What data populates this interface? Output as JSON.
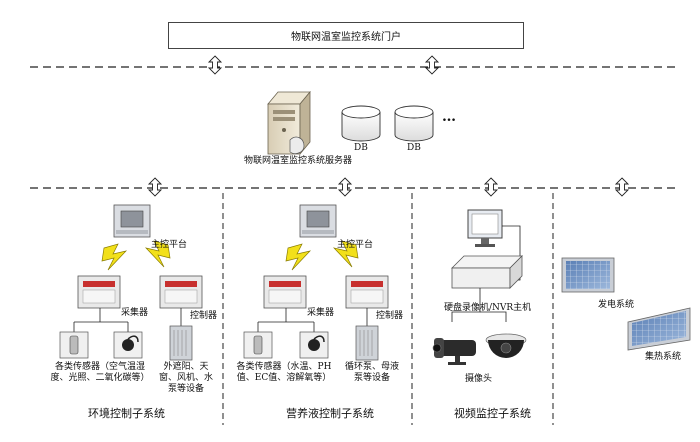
{
  "portal": {
    "title": "物联网温室监控系统门户"
  },
  "server": {
    "label": "物联网温室监控系统服务器",
    "db1": "DB",
    "db2": "DB",
    "more": "…"
  },
  "env": {
    "platform": "主控平台",
    "collector": "采集器",
    "controller": "控制器",
    "sensors": "各类传感器（空气温湿度、光照、二氧化碳等）",
    "devices": "外遮阳、天窗、风机、水泵等设备",
    "title": "环境控制子系统"
  },
  "nutrient": {
    "platform": "主控平台",
    "collector": "采集器",
    "controller": "控制器",
    "sensors": "各类传感器（水温、PH值、EC值、溶解氧等）",
    "devices": "循环泵、母液泵等设备",
    "title": "营养液控制子系统"
  },
  "video": {
    "nvr": "硬盘录像机/NVR主机",
    "camera": "摄像头",
    "title": "视频监控子系统"
  },
  "energy": {
    "power": "发电系统",
    "heat": "集热系统"
  },
  "colors": {
    "line": "#222222",
    "lightning": "#f2e01a",
    "lightning_edge": "#8a7d00",
    "panel_blue": "#7f9fc8",
    "panel_frame": "#c9ced6"
  }
}
